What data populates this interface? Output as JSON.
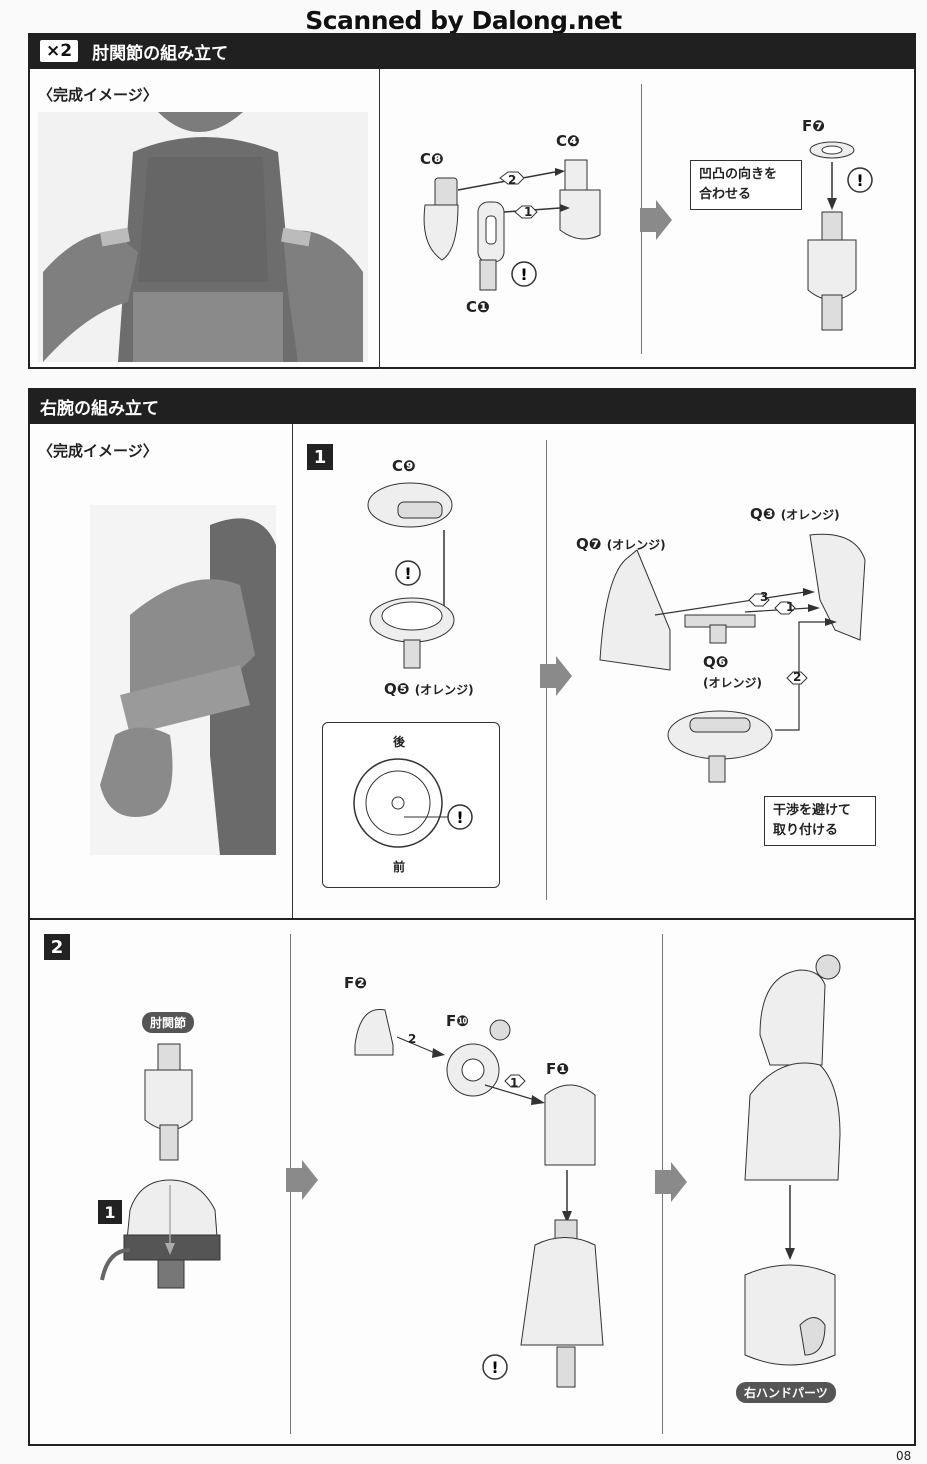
{
  "watermark": "Scanned by Dalong.net",
  "section1": {
    "multiplier": "×2",
    "title": "肘関節の組み立て",
    "image_caption": "〈完成イメージ〉",
    "parts": {
      "c8": "C❽",
      "c4": "C❹",
      "c1": "C❶",
      "f7": "F❼",
      "step_2": "2",
      "step_1": "1"
    },
    "note": [
      "凹凸の向きを",
      "合わせる"
    ]
  },
  "section2": {
    "title": "右腕の組み立て",
    "image_caption": "〈完成イメージ〉",
    "step": "1",
    "parts": {
      "c9": "C❾",
      "q5": "Q❺",
      "q5_color": "(オレンジ)",
      "q7": "Q❼",
      "q7_color": "(オレンジ)",
      "q3": "Q❸",
      "q3_color": "(オレンジ)",
      "q6": "Q❻",
      "q6_color": "(オレンジ)",
      "step_3": "3",
      "step_1": "1",
      "step_2": "2"
    },
    "detail": {
      "back": "後",
      "front": "前"
    },
    "note": [
      "干渉を避けて",
      "取り付ける"
    ]
  },
  "section3": {
    "step": "2",
    "elbow_label": "肘関節",
    "sub_step": "1",
    "parts": {
      "f2": "F❷",
      "f10": "F❿",
      "f1": "F❶",
      "step_2": "2",
      "step_1": "1"
    },
    "hand_label": "右ハンドパーツ"
  },
  "page_number": "08",
  "colors": {
    "header_bg": "#202020",
    "part_gray": "#9a9a9a",
    "arrow_gray": "#8a8a8a"
  }
}
